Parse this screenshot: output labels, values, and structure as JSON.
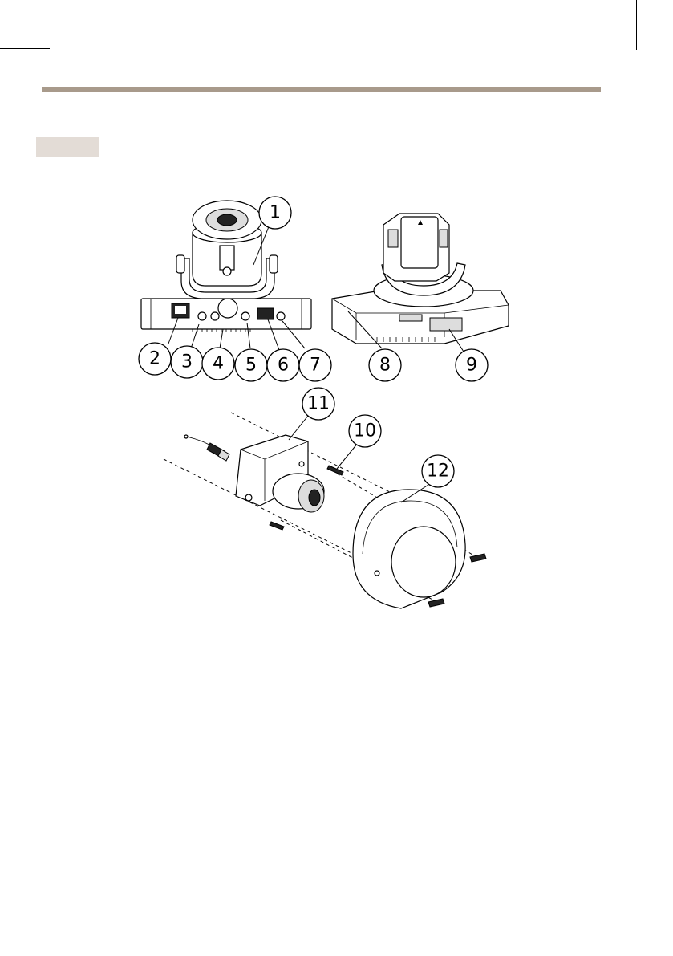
{
  "callouts": [
    "1",
    "2",
    "3",
    "4",
    "5",
    "6",
    "7",
    "8",
    "9",
    "10",
    "11",
    "12"
  ],
  "colors": {
    "rule": "#a89a8b",
    "tag": "#e3dcd6"
  }
}
